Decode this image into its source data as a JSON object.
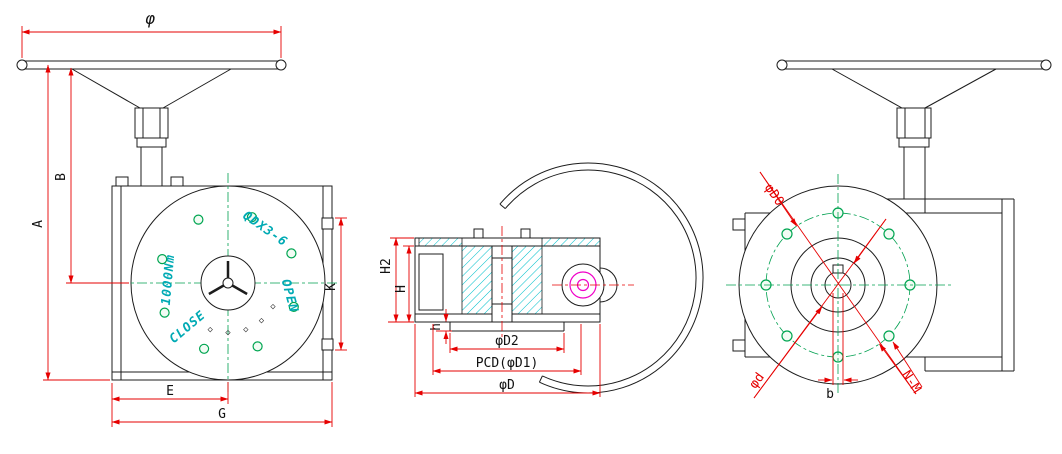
{
  "colors": {
    "outline": "#1c1c1c",
    "dimension": "#e60000",
    "centerline": "#00a050",
    "hatch": "#00c0cc",
    "hole": "#00a551",
    "accent": "#f000c8",
    "facetext": "#00aab4"
  },
  "drawing": {
    "front_view": {
      "dim_wheel_diameter": "φ",
      "dim_height_total": "A",
      "dim_height_wheel": "B",
      "dim_width_e": "E",
      "dim_width_g": "G",
      "dim_flange_k": "K",
      "face_model": "QDX3-6",
      "face_torque": "1000Nm",
      "face_open": "OPEN",
      "face_close": "CLOSE",
      "indicator_marks": [
        "◇",
        "◇",
        "◇",
        "◇",
        "◇"
      ]
    },
    "section_view": {
      "dim_h2": "H2",
      "dim_h_cap": "H",
      "dim_h_small": "h",
      "dim_d2": "φD2",
      "dim_pcd": "PCD(φD1)",
      "dim_d": "φD"
    },
    "side_view": {
      "dim_d0": "φD0",
      "dim_d_small": "φd",
      "dim_nm": "N-M",
      "dim_b": "b"
    }
  }
}
